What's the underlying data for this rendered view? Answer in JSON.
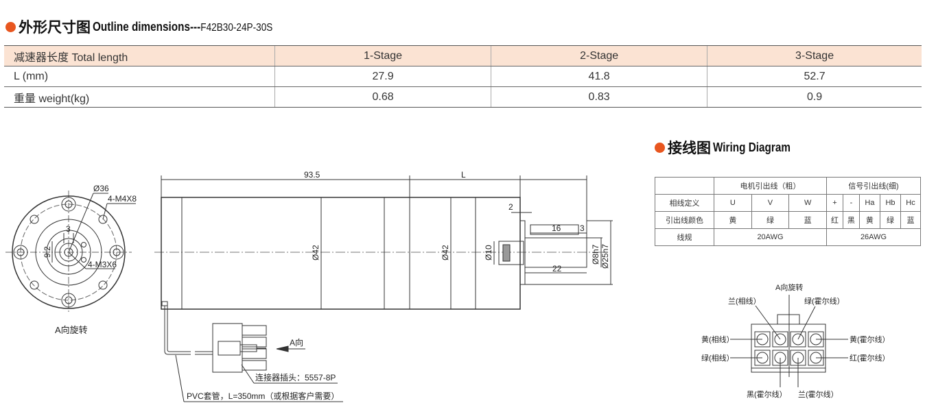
{
  "outline": {
    "title_cn": "外形尺寸图",
    "title_en": "Outline dimensions---",
    "model": "F42B30-24P-30S",
    "table": {
      "header": [
        "减速器长度 Total length",
        "1-Stage",
        "2-Stage",
        "3-Stage"
      ],
      "rows": [
        [
          "L (mm)",
          "27.9",
          "41.8",
          "52.7"
        ],
        [
          "重量 weight(kg)",
          "0.68",
          "0.83",
          "0.9"
        ]
      ]
    }
  },
  "wiring": {
    "title_cn": "接线图",
    "title_en": "Wiring Diagram",
    "table": {
      "group_motor": "电机引出线（粗）",
      "group_signal": "信号引出线(细)",
      "row_def_label": "相线定义",
      "defs": [
        "U",
        "V",
        "W",
        "+",
        "-",
        "Ha",
        "Hb",
        "Hc"
      ],
      "row_color_label": "引出线颜色",
      "colors": [
        "黄",
        "绿",
        "蓝",
        "红",
        "黑",
        "黄",
        "绿",
        "蓝"
      ],
      "row_gauge_label": "线规",
      "gauge_motor": "20AWG",
      "gauge_signal": "26AWG"
    },
    "connector_labels": {
      "top": "A向旋转",
      "top_left": "兰(相线）",
      "top_right": "绿(霍尔线）",
      "left_1": "黄(相线）",
      "left_2": "绿(相线）",
      "right_1": "黄(霍尔线）",
      "right_2": "红(霍尔线）",
      "bottom_left": "黑(霍尔线）",
      "bottom_right": "兰(霍尔线）"
    }
  },
  "drawing": {
    "front": {
      "d36": "Ø36",
      "m4": "4-M4X8",
      "three": "3",
      "nine": "9.2",
      "m3": "4-M3X6",
      "caption": "A向旋转"
    },
    "side": {
      "len_motor": "93.5",
      "len_gear": "L",
      "d42a": "Ø42",
      "d42b": "Ø42",
      "d10": "Ø10",
      "two": "2",
      "sixteen": "16",
      "three": "3",
      "twentytwo": "22",
      "d8": "Ø8h7",
      "d25": "Ø25h7"
    },
    "connector": {
      "dir": "A向",
      "plug": "连接器插头：5557-8P",
      "pvc": "PVC套管，L=350mm（或根据客户需要）"
    }
  }
}
